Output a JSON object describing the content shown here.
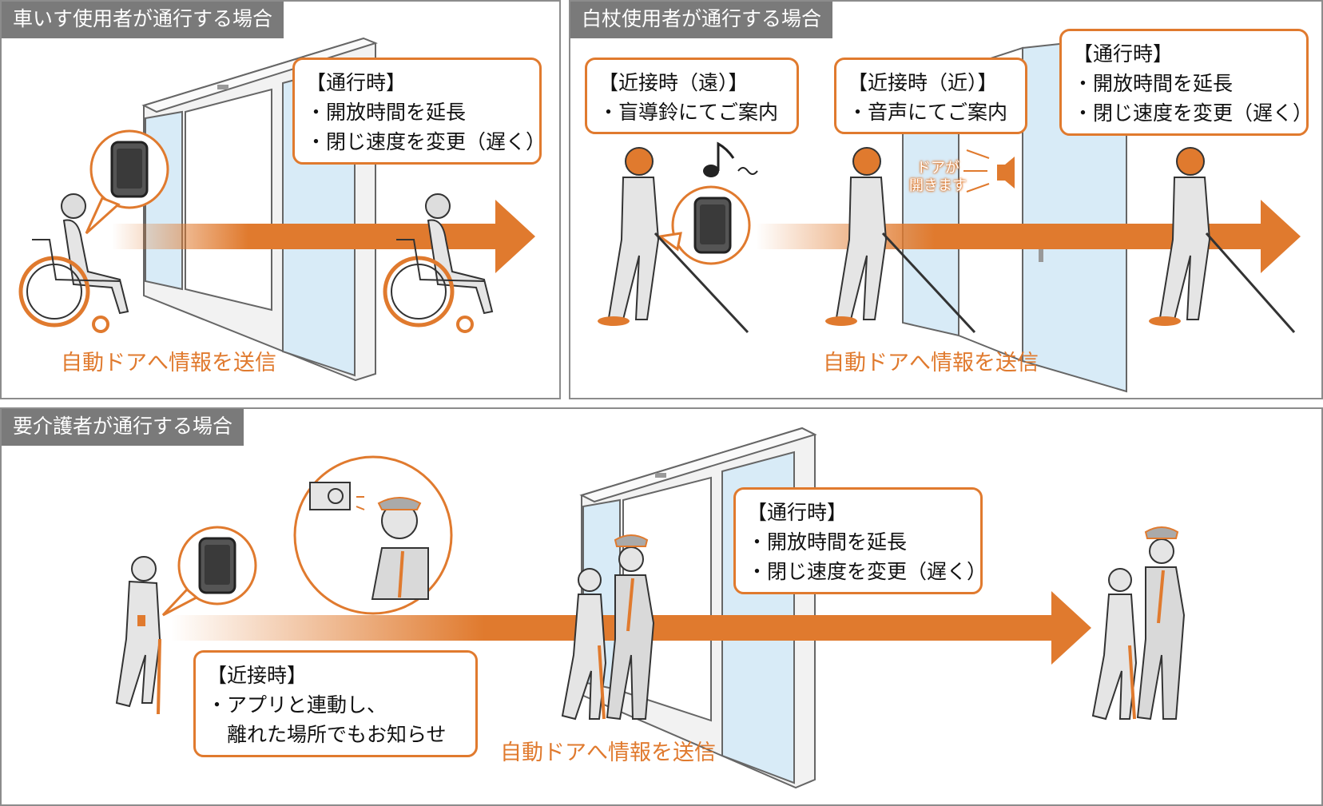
{
  "panels": {
    "wheelchair": {
      "title": "車いす使用者が通行する場合",
      "callout_pass": {
        "title": "【通行時】",
        "items": [
          "・開放時間を延長",
          "・閉じ速度を変更（遅く）"
        ]
      },
      "send_label": "自動ドアへ情報を送信"
    },
    "white_cane": {
      "title": "白杖使用者が通行する場合",
      "callout_far": {
        "title": "【近接時（遠）】",
        "items": [
          "・盲導鈴にてご案内"
        ]
      },
      "callout_near": {
        "title": "【近接時（近）】",
        "items": [
          "・音声にてご案内"
        ]
      },
      "callout_pass": {
        "title": "【通行時】",
        "items": [
          "・開放時間を延長",
          "・閉じ速度を変更（遅く）"
        ]
      },
      "speaker_text": [
        "ドアが",
        "開きます"
      ],
      "send_label": "自動ドアへ情報を送信"
    },
    "caregiver": {
      "title": "要介護者が通行する場合",
      "callout_approach": {
        "title": "【近接時】",
        "items": [
          "・アプリと連動し、",
          "　離れた場所でもお知らせ"
        ]
      },
      "callout_pass": {
        "title": "【通行時】",
        "items": [
          "・開放時間を延長",
          "・閉じ速度を変更（遅く）"
        ]
      },
      "send_label": "自動ドアへ情報を送信"
    }
  },
  "colors": {
    "accent": "#e07a2e",
    "panel_border": "#8c8c8c",
    "tag_bg": "#7a7a7a",
    "glass": "#d8ebf7",
    "figure_gray": "#d9d9d9"
  },
  "icons": [
    "smartphone-icon",
    "music-note-icon",
    "speaker-icon",
    "camera-icon",
    "arrow-right-icon",
    "wheelchair-user-icon",
    "white-cane-user-icon",
    "elderly-person-icon",
    "staff-icon"
  ]
}
